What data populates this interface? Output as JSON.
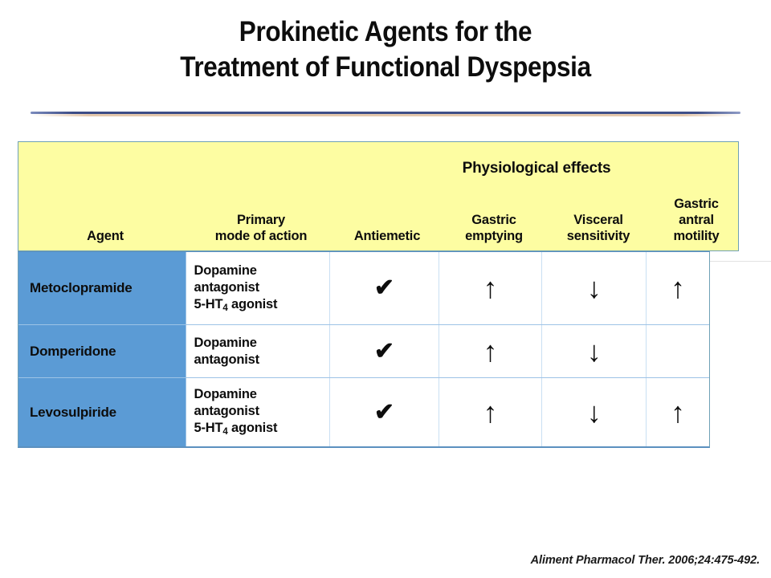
{
  "slide": {
    "title_lines": [
      "Prokinetic Agents for the",
      "Treatment of Functional Dyspepsia"
    ],
    "citation": "Aliment Pharmacol Ther. 2006;24:475-492."
  },
  "colors": {
    "header_fill": "#FDFDA2",
    "agent_column_fill": "#5B9BD5",
    "table_border": "#6FA0B5",
    "inner_grid": "#9DC3E6",
    "divider_navy": "#3C4C86",
    "divider_shadow": "#E0BE9E",
    "text": "#0D0D0D"
  },
  "table": {
    "group_header": "Physiological effects",
    "columns": [
      {
        "key": "agent",
        "label": "Agent"
      },
      {
        "key": "mode",
        "label": "Primary\nmode of action"
      },
      {
        "key": "antiemetic",
        "label": "Antiemetic"
      },
      {
        "key": "emptying",
        "label": "Gastric\nemptying"
      },
      {
        "key": "visceral",
        "label": "Visceral\nsensitivity"
      },
      {
        "key": "antral",
        "label": "Gastric\nantral\nmotility"
      }
    ],
    "column_labels": {
      "agent": "Agent",
      "mode_l1": "Primary",
      "mode_l2": "mode of action",
      "antiemetic": "Antiemetic",
      "emptying_l1": "Gastric",
      "emptying_l2": "emptying",
      "visceral_l1": "Visceral",
      "visceral_l2": "sensitivity",
      "antral_l1": "Gastric",
      "antral_l2": "antral",
      "antral_l3": "motility"
    },
    "rows": [
      {
        "agent": "Metoclopramide",
        "mode_lines": [
          "Dopamine",
          "antagonist",
          "5-HT4 agonist"
        ],
        "mode_l1": "Dopamine",
        "mode_l2": "antagonist",
        "mode_l3_pre": "5-HT",
        "mode_l3_sub": "4",
        "mode_l3_post": " agonist",
        "antiemetic": "✔",
        "emptying": "↑",
        "visceral": "↓",
        "antral": "↑"
      },
      {
        "agent": "Domperidone",
        "mode_lines": [
          "Dopamine",
          "antagonist"
        ],
        "mode_l1": "Dopamine",
        "mode_l2": "antagonist",
        "mode_l3_pre": "",
        "mode_l3_sub": "",
        "mode_l3_post": "",
        "antiemetic": "✔",
        "emptying": "↑",
        "visceral": "↓",
        "antral": ""
      },
      {
        "agent": "Levosulpiride",
        "mode_lines": [
          "Dopamine",
          "antagonist",
          "5-HT4 agonist"
        ],
        "mode_l1": "Dopamine",
        "mode_l2": "antagonist",
        "mode_l3_pre": "5-HT",
        "mode_l3_sub": "4",
        "mode_l3_post": " agonist",
        "antiemetic": "✔",
        "emptying": "↑",
        "visceral": "↓",
        "antral": "↑"
      }
    ]
  }
}
